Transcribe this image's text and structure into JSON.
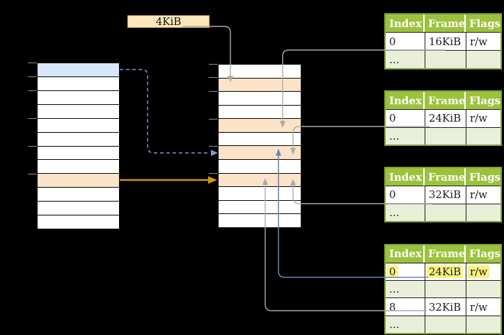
{
  "frame_size_label": "4KiB",
  "virtual_memory": {
    "row_count": 12,
    "blue_page_row_index": 0,
    "orange_page_row_index": 8
  },
  "physical_memory": {
    "row_count": 12,
    "orange_frame_row_indices": [
      1,
      4,
      6,
      8
    ]
  },
  "page_tables": [
    {
      "headers": [
        "Index",
        "Frame",
        "Flags"
      ],
      "rows": [
        [
          "0",
          "16KiB",
          "r/w"
        ],
        [
          "…",
          "",
          ""
        ]
      ]
    },
    {
      "headers": [
        "Index",
        "Frame",
        "Flags"
      ],
      "rows": [
        [
          "0",
          "24KiB",
          "r/w"
        ],
        [
          "…",
          "",
          ""
        ]
      ]
    },
    {
      "headers": [
        "Index",
        "Frame",
        "Flags"
      ],
      "rows": [
        [
          "0",
          "32KiB",
          "r/w"
        ],
        [
          "…",
          "",
          ""
        ]
      ]
    },
    {
      "headers": [
        "Index",
        "Frame",
        "Flags"
      ],
      "rows": [
        [
          "0",
          "24KiB",
          "r/w"
        ],
        [
          "…",
          "",
          ""
        ],
        [
          "8",
          "32KiB",
          "r/w"
        ],
        [
          "…",
          "",
          ""
        ]
      ],
      "highlighted_row_index": 0
    }
  ],
  "colors": {
    "background": "#000000",
    "blue_row_fill": "#d9e7fa",
    "orange_row_fill": "#fce3c7",
    "label_box_fill": "#fbe7bd",
    "label_box_border": "#d8b054",
    "table_header_green": "#9cc23c",
    "table_border_green": "#82a23a",
    "table_dots_row_green": "#e9efd9",
    "highlight_yellow": "#faf37e",
    "arrow_gray": "#ababab",
    "arrow_blue_solid": "#6585bd",
    "arrow_blue_dashed": "#7d9cd1",
    "arrow_orange": "#d5960a"
  }
}
